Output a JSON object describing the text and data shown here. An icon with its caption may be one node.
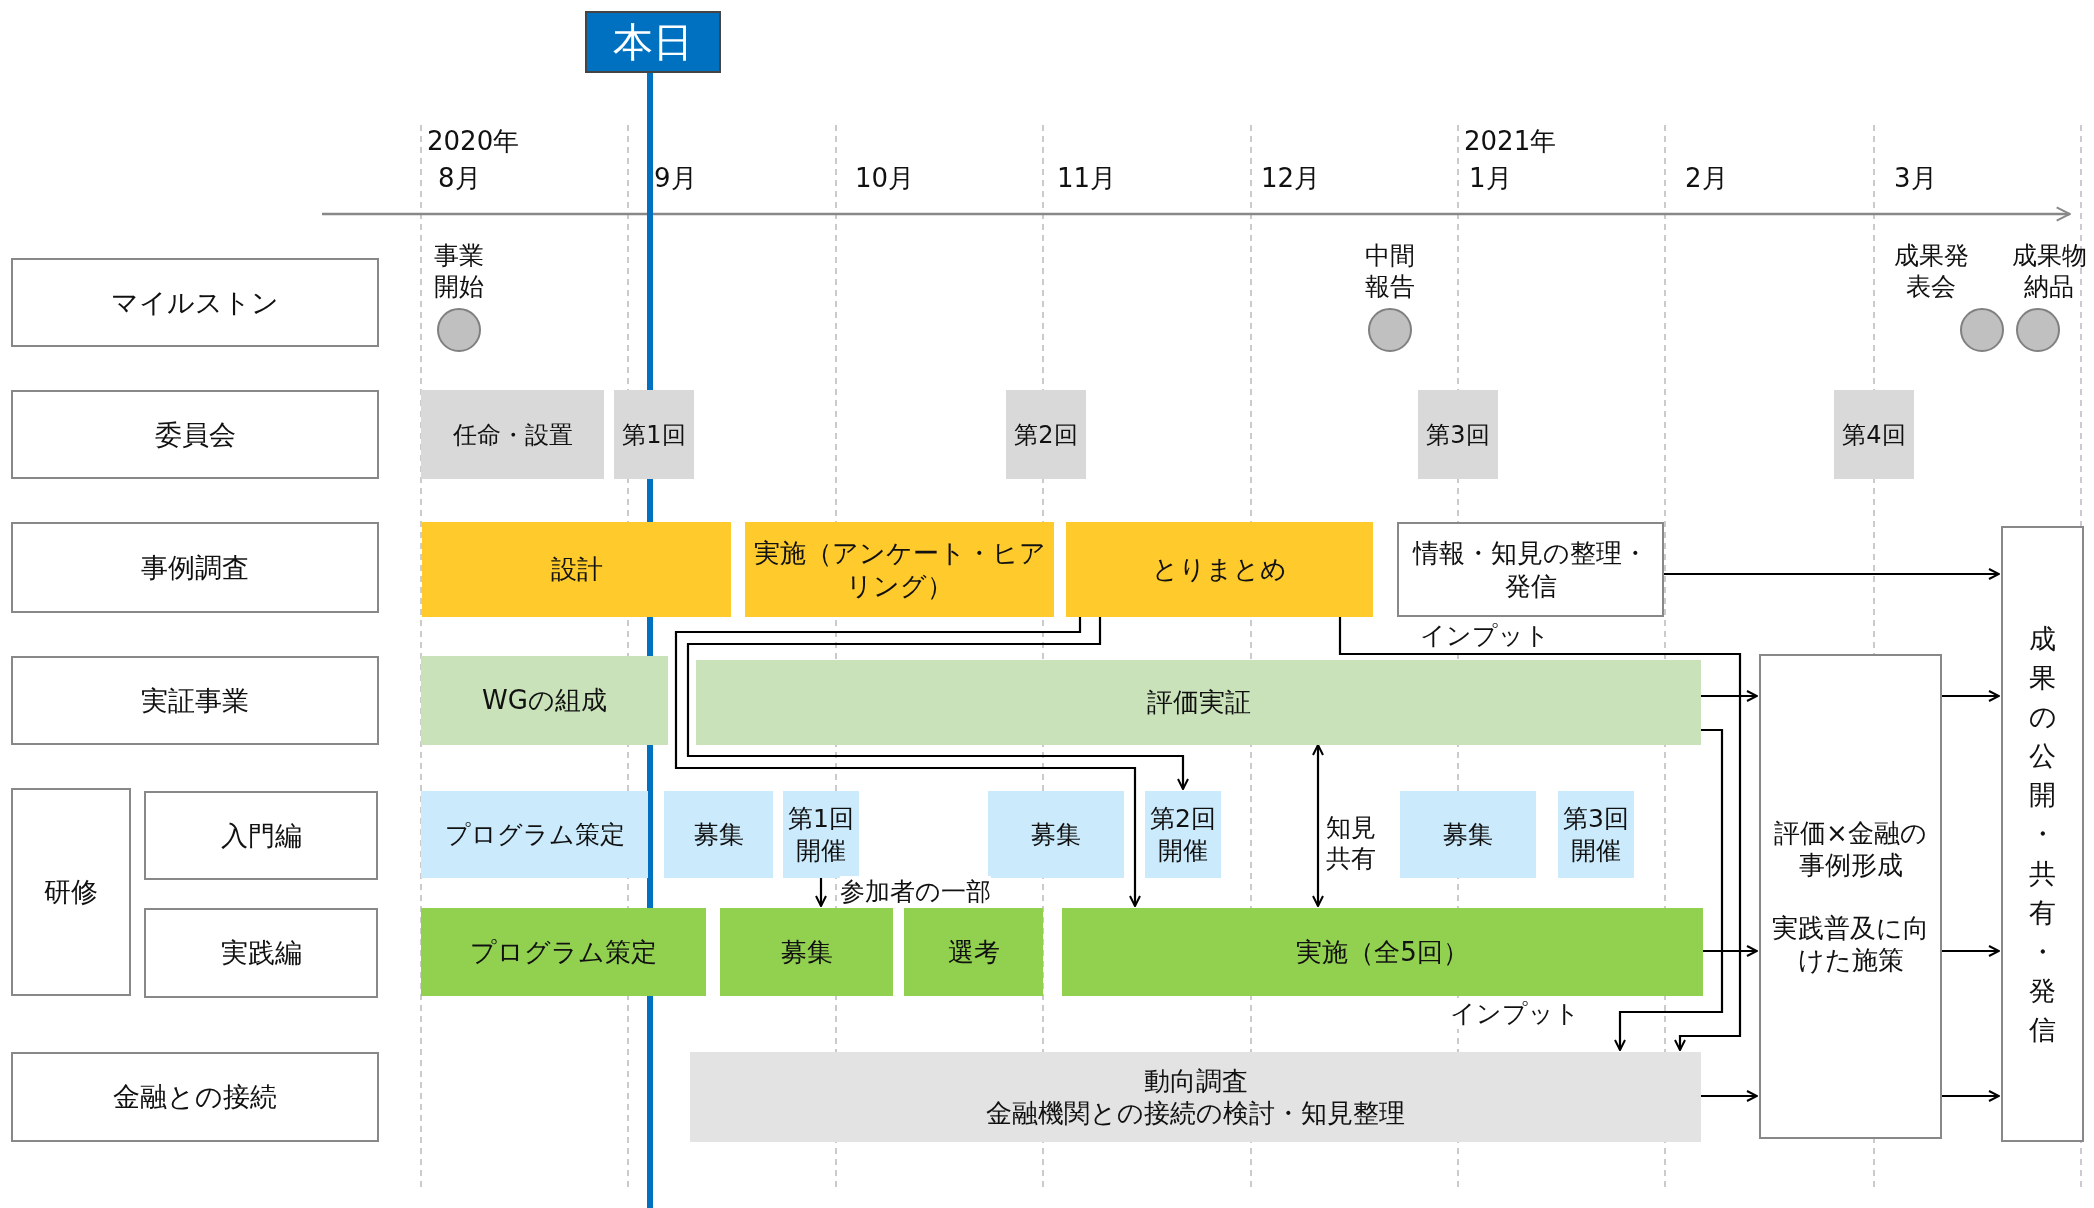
{
  "diagram": {
    "nodes": [
      {
        "text": [
          "本日"
        ]
      },
      {
        "text": [
          "マイルストン"
        ]
      },
      {
        "text": [
          "委員会"
        ]
      },
      {
        "text": [
          "事例調査"
        ]
      },
      {
        "text": [
          "実証事業"
        ]
      },
      {
        "text": [
          "研修"
        ]
      },
      {
        "text": [
          "入門編"
        ]
      },
      {
        "text": [
          "実践編"
        ]
      },
      {
        "text": [
          "金融との接続"
        ]
      },
      {
        "text": [
          "事業開始"
        ]
      },
      {
        "text": [
          "中間報告"
        ]
      },
      {
        "text": [
          "成果発表会"
        ]
      },
      {
        "text": [
          "成果物納品"
        ]
      },
      {
        "text": [
          "任命・設置"
        ]
      },
      {
        "text": [
          "第1回"
        ]
      },
      {
        "text": [
          "第2回"
        ]
      },
      {
        "text": [
          "第3回"
        ]
      },
      {
        "text": [
          "第4回"
        ]
      },
      {
        "text": [
          "設計"
        ]
      },
      {
        "text": [
          "実施（アンケート・ヒアリング）"
        ]
      },
      {
        "text": [
          "とりまとめ"
        ]
      },
      {
        "text": [
          "情報・知見の整理・発信"
        ]
      },
      {
        "text": [
          "WGの組成"
        ]
      },
      {
        "text": [
          "評価実証"
        ]
      },
      {
        "text": [
          "プログラム策定"
        ]
      },
      {
        "text": [
          "募集"
        ]
      },
      {
        "text": [
          "第1回開催"
        ]
      },
      {
        "text": [
          "募集"
        ]
      },
      {
        "text": [
          "第2回開催"
        ]
      },
      {
        "text": [
          "募集"
        ]
      },
      {
        "text": [
          "第3回開催"
        ]
      },
      {
        "text": [
          "プログラム策定"
        ]
      },
      {
        "text": [
          "募集"
        ]
      },
      {
        "text": [
          "選考"
        ]
      },
      {
        "text": [
          "実施（全5回）"
        ]
      },
      {
        "text": [
          "動向調査",
          "金融機関との接続の検討・知見整理"
        ]
      },
      {
        "text": [
          "評価×金融の事例形成",
          "実践普及に向けた施策"
        ]
      },
      {
        "text": [
          "成果の公開・共有・発信"
        ]
      }
    ],
    "edges": [
      {
        "from": 21,
        "to": 37,
        "arrow": "to"
      },
      {
        "from": 20,
        "to": 34,
        "arrow": "to"
      },
      {
        "from": 20,
        "to": 28,
        "arrow": "to"
      },
      {
        "from": 20,
        "to": 35,
        "arrow": "to",
        "label": "インプット"
      },
      {
        "from": 23,
        "to": 34,
        "arrow": "both",
        "label": "知見共有"
      },
      {
        "from": 26,
        "to": 32,
        "arrow": "to",
        "label": "参加者の一部"
      },
      {
        "from": 23,
        "to": 35,
        "arrow": "to",
        "label": "インプット"
      },
      {
        "from": 23,
        "to": 36,
        "arrow": "to"
      },
      {
        "from": 34,
        "to": 36,
        "arrow": "to"
      },
      {
        "from": 35,
        "to": 36,
        "arrow": "to"
      },
      {
        "from": 36,
        "to": 37,
        "arrow": "to"
      },
      {
        "from": 36,
        "to": 37,
        "arrow": "to"
      },
      {
        "from": 36,
        "to": 37,
        "arrow": "to"
      }
    ],
    "labels": [
      "2020年",
      "2021年",
      "8月",
      "9月",
      "10月",
      "11月",
      "12月",
      "1月",
      "2月",
      "3月"
    ]
  }
}
